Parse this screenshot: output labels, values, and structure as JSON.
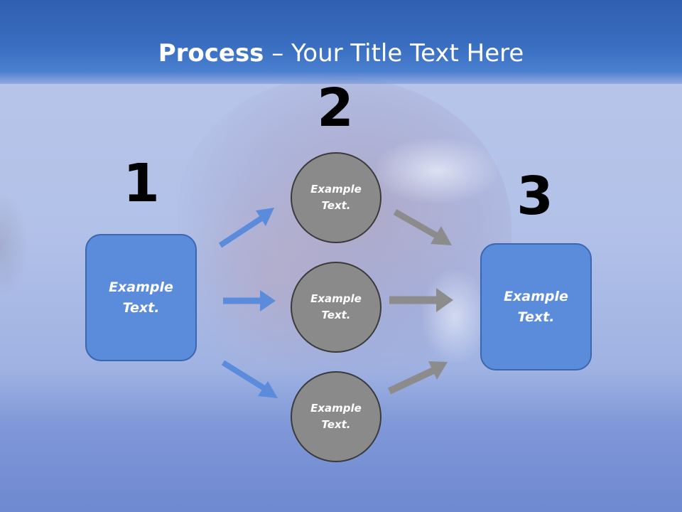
{
  "title": {
    "bold": "Process",
    "rest": " – Your Title Text Here"
  },
  "steps": {
    "one": "1",
    "two": "2",
    "three": "3"
  },
  "boxes": {
    "left": {
      "line1": "Example",
      "line2": "Text."
    },
    "right": {
      "line1": "Example",
      "line2": "Text."
    }
  },
  "circles": {
    "top": {
      "line1": "Example",
      "line2": "Text."
    },
    "middle": {
      "line1": "Example",
      "line2": "Text."
    },
    "bottom": {
      "line1": "Example",
      "line2": "Text."
    }
  },
  "colors": {
    "title_bar": "#3a6ec0",
    "box_fill": "#5b8cdc",
    "circle_fill": "#8a8a8a",
    "blue_arrow": "#5b8cdc",
    "gray_arrow": "#8c8c8c"
  }
}
